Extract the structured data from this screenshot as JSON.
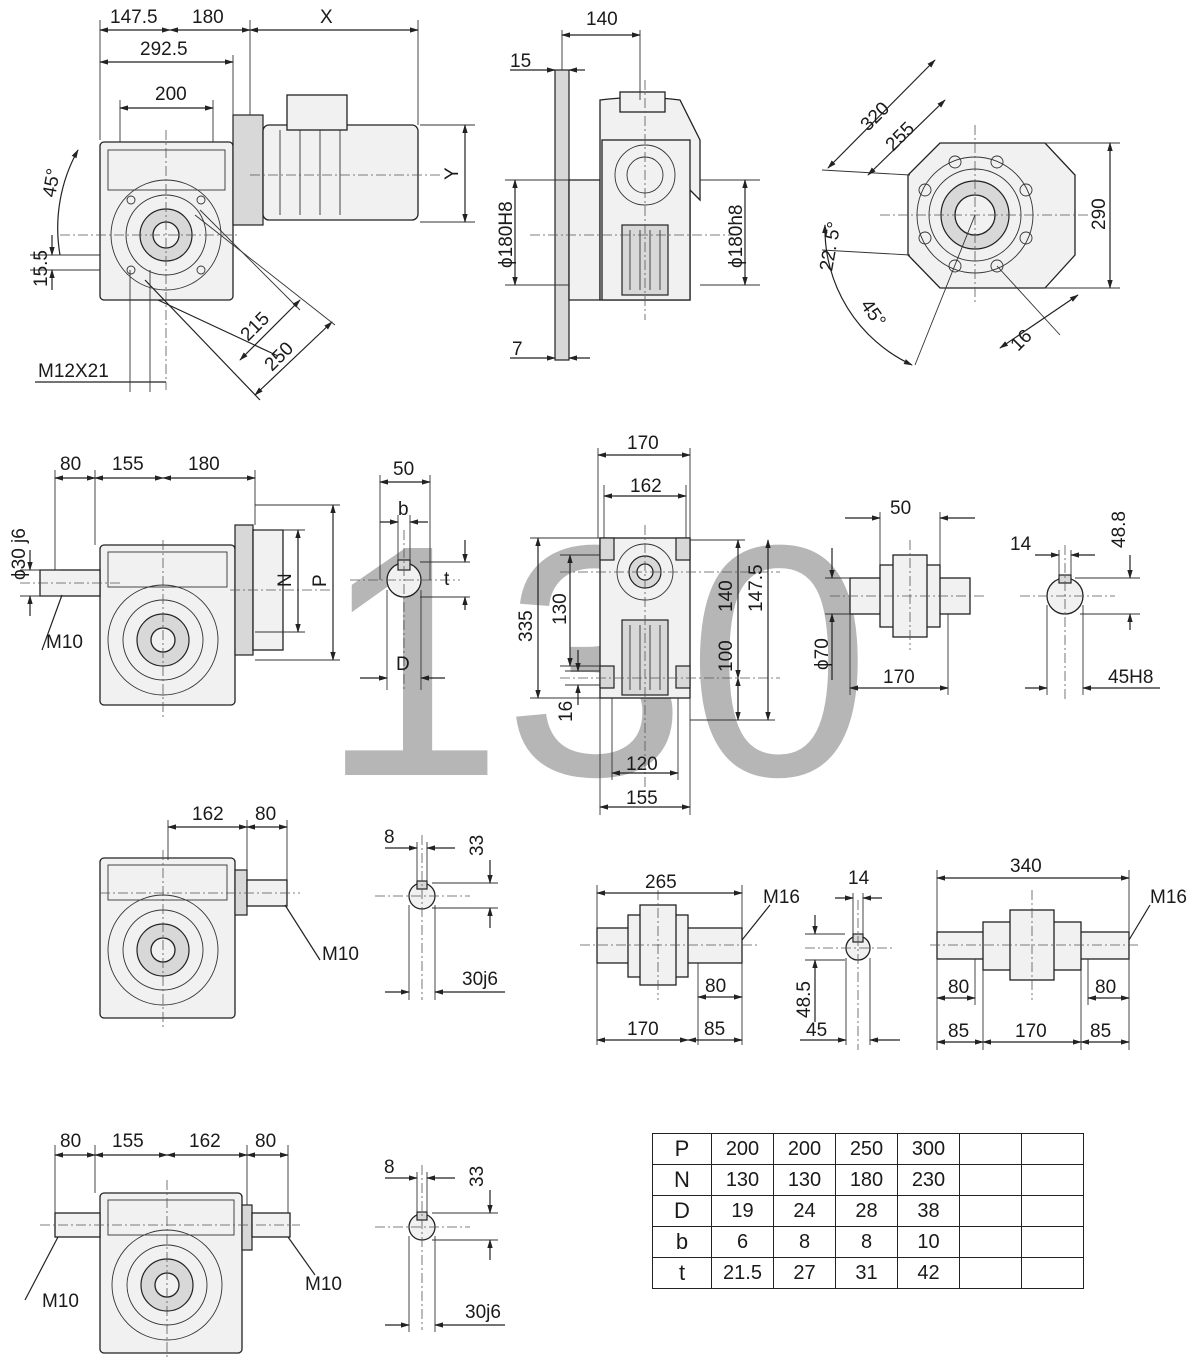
{
  "watermark": "130",
  "views": {
    "motor_top": {
      "dims": {
        "a": "147.5",
        "b": "180",
        "x": "X",
        "c": "292.5",
        "d": "200",
        "y": "Y",
        "angle": "45°",
        "off": "15.5",
        "d215": "215",
        "d250": "250",
        "thread": "M12X21"
      }
    },
    "flange_side": {
      "dims": {
        "w": "140",
        "t15": "15",
        "t7": "7",
        "phi_left": "ϕ180H8",
        "phi_right": "ϕ180h8"
      }
    },
    "flange_front": {
      "dims": {
        "d320": "320",
        "d255": "255",
        "h290": "290",
        "a22": "22. 5°",
        "a45": "45°",
        "d16": "16"
      }
    },
    "input_view": {
      "dims": {
        "d80": "80",
        "d155": "155",
        "d180": "180",
        "phi30": "ϕ30 j6",
        "m10": "M10",
        "n": "N",
        "p": "P"
      }
    },
    "key_view": {
      "dims": {
        "d50": "50",
        "b": "b",
        "t": "t",
        "d": "D"
      }
    },
    "center_view": {
      "dims": {
        "d170": "170",
        "d162": "162",
        "d335": "335",
        "d130": "130",
        "d140": "140",
        "d147": "147.5",
        "d100": "100",
        "d16": "16",
        "d120": "120",
        "d155": "155"
      }
    },
    "hollow_shaft": {
      "dims": {
        "d50": "50",
        "phi70": "ϕ70",
        "d170": "170"
      }
    },
    "bore_view": {
      "dims": {
        "d14": "14",
        "d48": "48.8",
        "h8": "45H8"
      }
    },
    "output_single": {
      "dims": {
        "d162": "162",
        "d80": "80",
        "m10": "M10"
      }
    },
    "key_small_1": {
      "dims": {
        "d8": "8",
        "d33": "33",
        "j6": "30j6"
      }
    },
    "single_shaft": {
      "dims": {
        "d265": "265",
        "m16": "M16",
        "d80": "80",
        "d170": "170",
        "d85": "85"
      }
    },
    "shaft_key": {
      "dims": {
        "d14": "14",
        "d48": "48.5",
        "d45": "45"
      }
    },
    "double_shaft": {
      "dims": {
        "d340": "340",
        "m16": "M16",
        "d80l": "80",
        "d80r": "80",
        "d85l": "85",
        "d170": "170",
        "d85r": "85"
      }
    },
    "output_double": {
      "dims": {
        "d80a": "80",
        "d155": "155",
        "d162": "162",
        "d80b": "80",
        "m10l": "M10",
        "m10r": "M10"
      }
    },
    "key_small_2": {
      "dims": {
        "d8": "8",
        "d33": "33",
        "j6": "30j6"
      }
    }
  },
  "spec_table": {
    "rows": [
      {
        "label": "P",
        "values": [
          "200",
          "200",
          "250",
          "300",
          "",
          ""
        ]
      },
      {
        "label": "N",
        "values": [
          "130",
          "130",
          "180",
          "230",
          "",
          ""
        ]
      },
      {
        "label": "D",
        "values": [
          "19",
          "24",
          "28",
          "38",
          "",
          ""
        ]
      },
      {
        "label": "b",
        "values": [
          "6",
          "8",
          "8",
          "10",
          "",
          ""
        ]
      },
      {
        "label": "t",
        "values": [
          "21.5",
          "27",
          "31",
          "42",
          "",
          ""
        ]
      }
    ]
  }
}
